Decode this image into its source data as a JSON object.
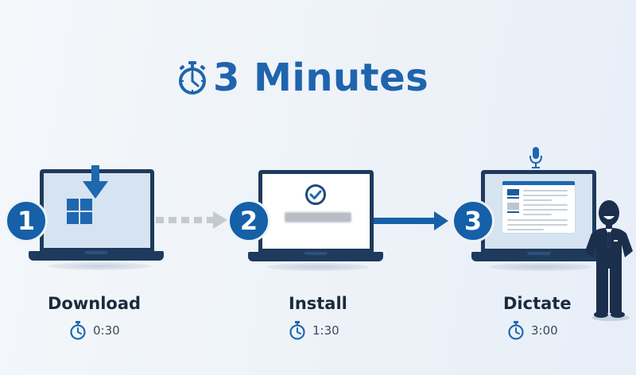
{
  "title": {
    "text": "3 Minutes",
    "icon": "stopwatch-icon"
  },
  "colors": {
    "primary": "#1f64ad",
    "dark": "#1e3a5c",
    "badge": "#1560a8",
    "arrow_dashed": "#c4c9cf"
  },
  "steps": [
    {
      "number": "1",
      "label": "Download",
      "time": "0:30",
      "screen_icon": "windows-logo-icon",
      "top_icon": "download-arrow-icon"
    },
    {
      "number": "2",
      "label": "Install",
      "time": "1:30",
      "screen_icon": "checkmark-circle-icon",
      "progress": "progress-bar"
    },
    {
      "number": "3",
      "label": "Dictate",
      "time": "3:00",
      "screen_icon": "document-window-icon",
      "top_icon": "microphone-icon"
    }
  ],
  "connectors": [
    {
      "from": "1",
      "to": "2",
      "style": "dashed",
      "color": "#c4c9cf"
    },
    {
      "from": "2",
      "to": "3",
      "style": "solid",
      "color": "#1560a8"
    }
  ],
  "figure": {
    "description": "smiling businessman in suit, hands on hips"
  }
}
